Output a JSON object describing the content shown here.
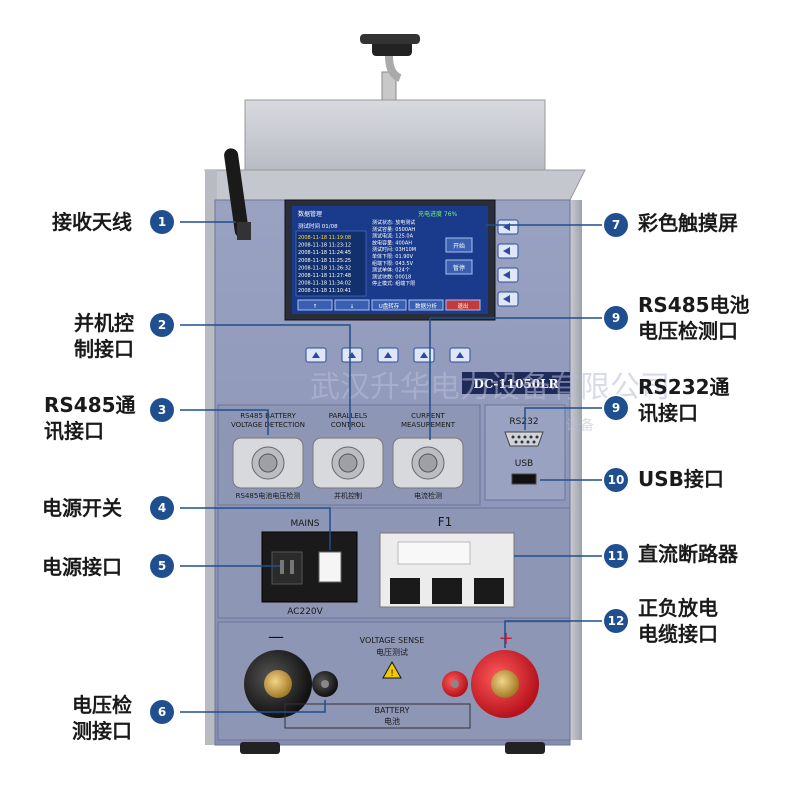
{
  "device": {
    "model": "DC-11050LR",
    "screen": {
      "header_left": "数据管理",
      "header_right": "充电进度 76%",
      "list_header": [
        "测试时间",
        "01/08"
      ],
      "rows": [
        "2008-11-18 11:19:08",
        "2008-11-18 11:23:12",
        "2008-11-18 11:24:45",
        "2008-11-18 11:25:25",
        "2008-11-18 11:26:32",
        "2008-11-18 11:27:48",
        "2008-11-18 11:34:02",
        "2008-11-18 11:10:41"
      ],
      "info_lines": [
        "测试状态: 放电测试",
        "测试容量: 0500AH",
        "测试电流: 125.0A",
        "放电容量: 400AH",
        "测试时间: 03H10M",
        "单体下限: 01.90V",
        "组端下限: 043.5V",
        "测试单体: 024个",
        "测试块数: 00018",
        "停止模式: 组端下限"
      ],
      "side_buttons": [
        "开始",
        "暂停"
      ],
      "bottom_buttons": [
        "↑",
        "↓",
        "U盘转存",
        "数据分析",
        "退出"
      ]
    },
    "panel": {
      "port_labels_top": [
        "RS485 BATTERY\nVOLTAGE DETECTION",
        "PARALLELS\nCONTROL",
        "CURRENT\nMEASUREMENT"
      ],
      "port_labels_bottom": [
        "RS485电池电压检测",
        "并机控制",
        "电流检测"
      ],
      "rs232": "RS232",
      "usb": "USB",
      "mains": "MAINS",
      "ac": "AC220V",
      "f1": "F1",
      "voltage_sense": "VOLTAGE SENSE",
      "voltage_sense_cn": "电压测试",
      "battery": "BATTERY",
      "battery_cn": "电池",
      "minus": "—",
      "plus": "+"
    },
    "watermark": "武汉升华电力设备有限公司",
    "watermark_sub": "电力试验设备"
  },
  "callouts": [
    {
      "num": "1",
      "label": "接收天线"
    },
    {
      "num": "2",
      "label": "并机控\n制接口"
    },
    {
      "num": "3",
      "label": "RS485通\n讯接口"
    },
    {
      "num": "4",
      "label": "电源开关"
    },
    {
      "num": "5",
      "label": "电源接口"
    },
    {
      "num": "6",
      "label": "电压检\n测接口"
    },
    {
      "num": "7",
      "label": "彩色触摸屏"
    },
    {
      "num": "9",
      "label": "RS485电池\n电压检测口"
    },
    {
      "num": "9",
      "label": "RS232通\n讯接口"
    },
    {
      "num": "10",
      "label": "USB接口"
    },
    {
      "num": "11",
      "label": "直流断路器"
    },
    {
      "num": "12",
      "label": "正负放电\n电缆接口"
    }
  ],
  "colors": {
    "panel": "#8f97b8",
    "panel_dark": "#7b84a8",
    "badge": "#1f4f8f",
    "callout_line": "#1f4f8f",
    "screen_bg": "#1a3a8c",
    "red_terminal": "#d41f2a"
  }
}
